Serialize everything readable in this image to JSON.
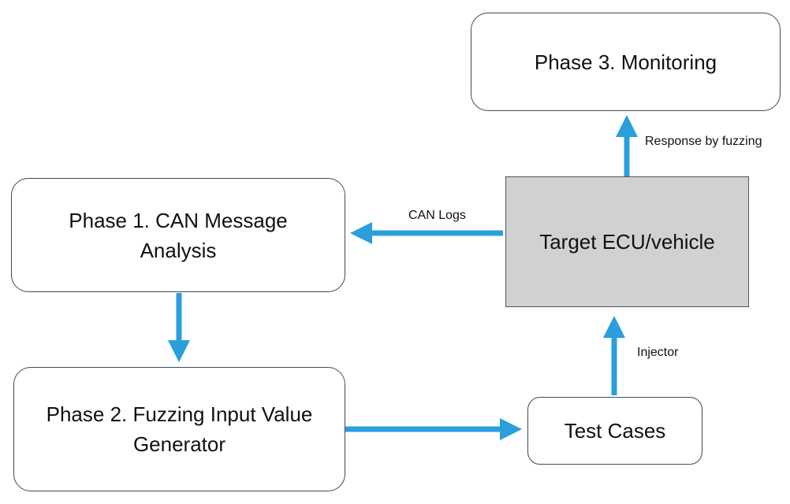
{
  "nodes": {
    "phase3": "Phase 3. Monitoring",
    "phase1": "Phase 1. CAN Message Analysis",
    "target": "Target ECU/vehicle",
    "phase2": "Phase 2. Fuzzing Input Value Generator",
    "test_cases": "Test Cases"
  },
  "edges": {
    "response": "Response by fuzzing",
    "can_logs": "CAN Logs",
    "injector": "Injector"
  },
  "colors": {
    "arrow": "#2a9fdc",
    "target_fill": "#d1d1d1",
    "box_border": "#3f4a5a"
  }
}
